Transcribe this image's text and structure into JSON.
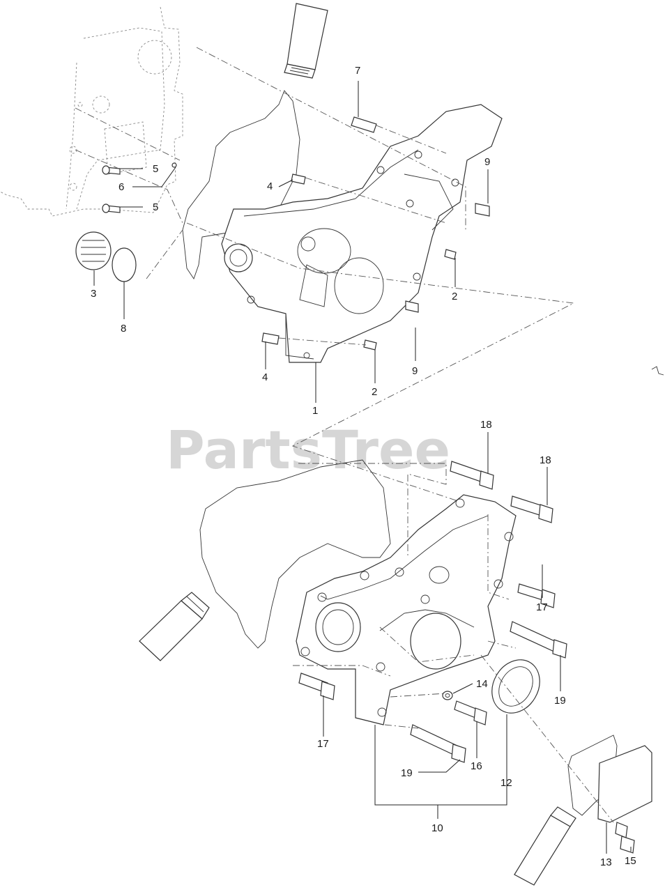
{
  "watermark": "PartsTree",
  "callouts": {
    "c1": "1",
    "c2a": "2",
    "c2b": "2",
    "c3": "3",
    "c4a": "4",
    "c4b": "4",
    "c5a": "5",
    "c5b": "5",
    "c6": "6",
    "c7": "7",
    "c8": "8",
    "c9a": "9",
    "c9b": "9",
    "c10": "10",
    "c12": "12",
    "c13": "13",
    "c14": "14",
    "c15": "15",
    "c16": "16",
    "c17a": "17",
    "c17b": "17",
    "c18a": "18",
    "c18b": "18",
    "c19a": "19",
    "c19b": "19"
  }
}
